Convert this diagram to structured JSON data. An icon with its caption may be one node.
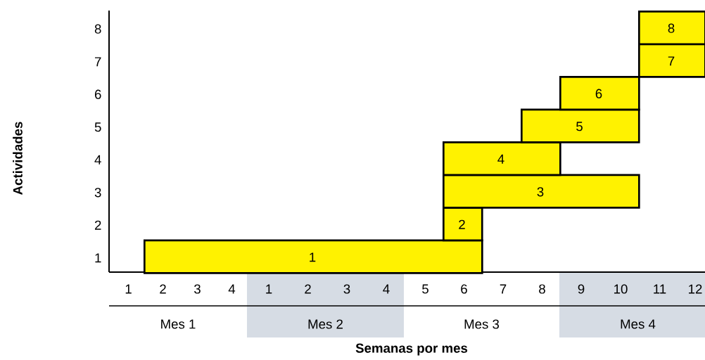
{
  "diagram": {
    "nodes": [
      {
        "text": [
          "1"
        ]
      },
      {
        "text": [
          "2"
        ]
      },
      {
        "text": [
          "3"
        ]
      },
      {
        "text": [
          "4"
        ]
      },
      {
        "text": [
          "5"
        ]
      },
      {
        "text": [
          "6"
        ]
      },
      {
        "text": [
          "7"
        ]
      },
      {
        "text": [
          "8"
        ]
      }
    ],
    "labels": [
      "8",
      "7",
      "6",
      "5",
      "4",
      "3",
      "2",
      "1",
      "Actividades",
      "1",
      "2",
      "3",
      "4",
      "1",
      "2",
      "3",
      "4",
      "5",
      "6",
      "7",
      "8",
      "9",
      "10",
      "11",
      "12",
      "Mes 1",
      "Mes 2",
      "Mes 3",
      "Mes 4",
      "Semanas por mes"
    ]
  }
}
